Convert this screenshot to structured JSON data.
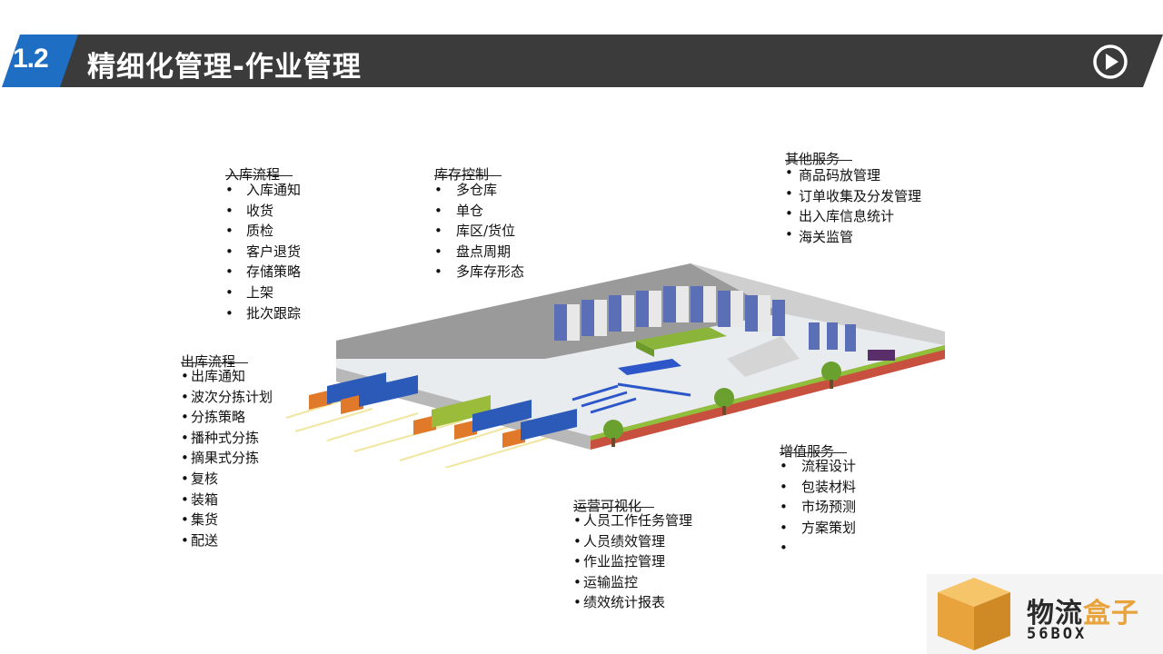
{
  "header": {
    "section_number": "1.2",
    "title": "精细化管理-作业管理",
    "play_icon": "play-circle-icon",
    "colors": {
      "bar": "#3a3a3a",
      "badge": "#1f6fc2"
    }
  },
  "groups": {
    "inbound": {
      "title": "入库流程",
      "items": [
        "入库通知",
        "收货",
        "质检",
        "客户退货",
        "存储策略",
        "上架",
        "批次跟踪"
      ]
    },
    "inventory": {
      "title": "库存控制",
      "items": [
        "多仓库",
        "单仓",
        "库区/货位",
        "盘点周期",
        "多库存形态"
      ]
    },
    "other": {
      "title": "其他服务",
      "items": [
        "商品码放管理",
        "订单收集及分发管理",
        "出入库信息统计",
        "海关监管"
      ]
    },
    "outbound": {
      "title": "出库流程",
      "items": [
        "出库通知",
        "波次分拣计划",
        "分拣策略",
        "播种式分拣",
        "摘果式分拣",
        "复核",
        "装箱",
        "集货",
        "配送"
      ]
    },
    "value_added": {
      "title": "增值服务",
      "items": [
        "流程设计",
        "包装材料",
        "市场预测",
        "方案策划",
        ""
      ]
    },
    "operations": {
      "title": "运营可视化",
      "items": [
        "人员工作任务管理",
        "人员绩效管理",
        "作业监控管理",
        "运输监控",
        "绩效统计报表"
      ]
    }
  },
  "logo": {
    "name_part1": "物流",
    "name_part2": "盒子",
    "sub": "56BOX",
    "icon": "box-icon",
    "color": "#e8a33c"
  }
}
